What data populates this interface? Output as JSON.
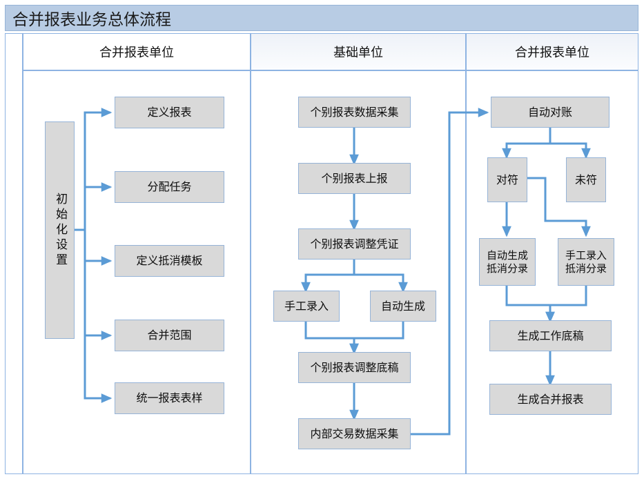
{
  "title": "合并报表业务总体流程",
  "lanes": [
    {
      "label": "合并报表单位"
    },
    {
      "label": "基础单位"
    },
    {
      "label": "合并报表单位"
    }
  ],
  "nodes": {
    "init": "初始化设置",
    "define_report": "定义报表",
    "assign_task": "分配任务",
    "define_offset_template": "定义抵消模板",
    "merge_scope": "合并范围",
    "unified_format": "统一报表表样",
    "collect_individual": "个别报表数据采集",
    "submit_individual": "个别报表上报",
    "adjust_voucher": "个别报表调整凭证",
    "manual_entry": "手工录入",
    "auto_generate": "自动生成",
    "adjust_draft": "个别报表调整底稿",
    "internal_trade": "内部交易数据采集",
    "auto_reconcile": "自动对账",
    "matched": "对符",
    "unmatched": "未符",
    "auto_offset_entry": "自动生成\n抵消分录",
    "manual_offset_entry": "手工录入\n抵消分录",
    "generate_worksheet": "生成工作底稿",
    "generate_consolidated": "生成合并报表"
  },
  "colors": {
    "title_bar": "#b8cce4",
    "frame_line": "#8db3e2",
    "node_fill": "#d9d9d9",
    "node_border": "#95b3d7",
    "connector": "#5b9bd5",
    "text": "#0d0d0d",
    "page_bg": "#ffffff"
  }
}
